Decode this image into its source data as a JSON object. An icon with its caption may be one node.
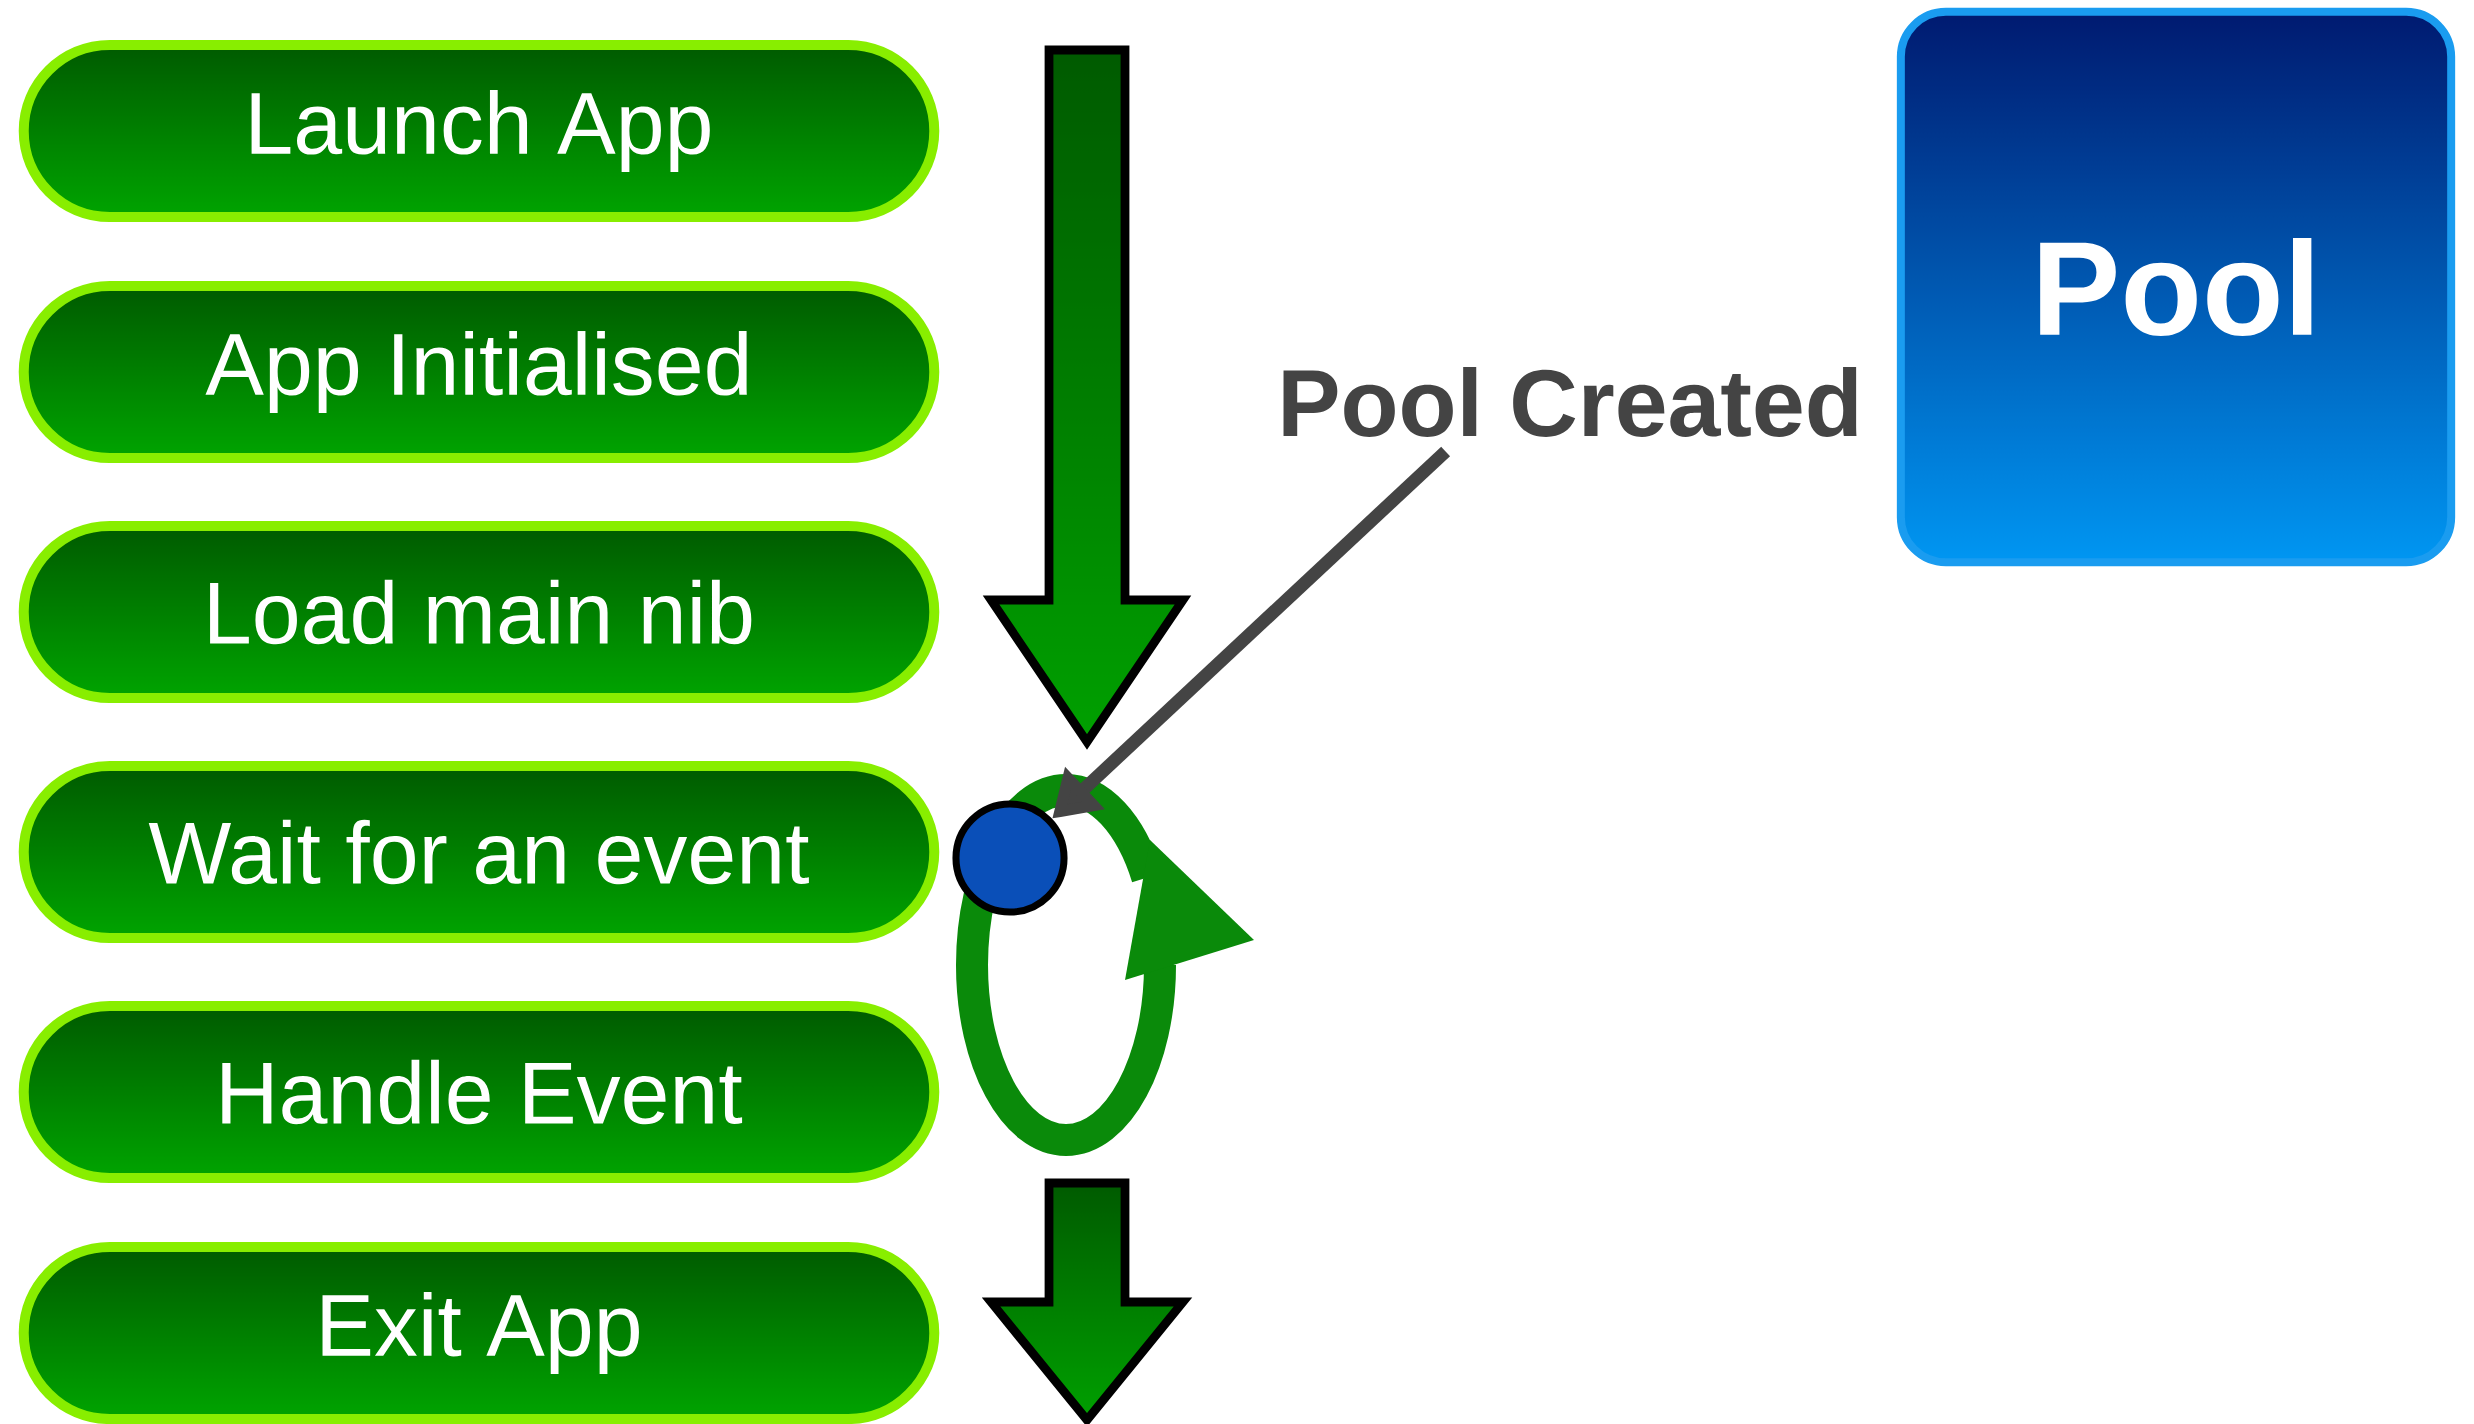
{
  "diagram": {
    "nodes": [
      {
        "text": [
          "Launch App"
        ]
      },
      {
        "text": [
          "App Initialised"
        ]
      },
      {
        "text": [
          "Load main nib"
        ]
      },
      {
        "text": [
          "Wait for an event"
        ]
      },
      {
        "text": [
          "Handle Event"
        ]
      },
      {
        "text": [
          "Exit App"
        ]
      },
      {
        "text": [
          "Pool"
        ]
      },
      {
        "text": [
          "Pool Created"
        ]
      },
      {
        "text": [],
        "shape": "circle"
      }
    ],
    "edges": [
      {
        "from": 7,
        "to": 8,
        "arrow": "to"
      }
    ]
  }
}
